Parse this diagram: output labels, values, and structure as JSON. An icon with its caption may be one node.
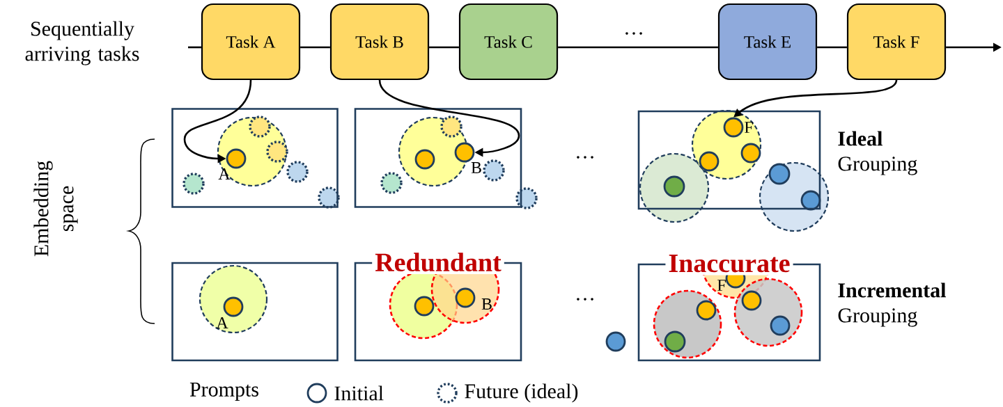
{
  "diagram": {
    "nodes": [
      {
        "text": [
          "Task A"
        ]
      },
      {
        "text": [
          "Task B"
        ]
      },
      {
        "text": [
          "Task C"
        ]
      },
      {
        "text": [
          "Task E"
        ]
      },
      {
        "text": [
          "Task F"
        ]
      },
      {
        "text": [],
        "shape": "box"
      },
      {
        "text": [],
        "shape": "circle",
        "in": 5,
        "beside": [
          "A"
        ]
      },
      {
        "text": [],
        "shape": "box"
      },
      {
        "text": [],
        "shape": "circle",
        "in": 7,
        "beside": [
          "B"
        ]
      },
      {
        "text": [],
        "shape": "box"
      },
      {
        "text": [],
        "shape": "circle",
        "in": 9,
        "beside": [
          "F"
        ]
      },
      {
        "text": [],
        "shape": "box"
      },
      {
        "text": [
          "Redundant"
        ]
      },
      {
        "text": [
          "Inaccurate"
        ]
      }
    ],
    "edges": [
      {
        "from": null,
        "to": 0,
        "arrow": "none"
      },
      {
        "from": 0,
        "to": 1,
        "arrow": "none"
      },
      {
        "from": 1,
        "to": 2,
        "arrow": "none"
      },
      {
        "from": 2,
        "to": 3,
        "arrow": "none"
      },
      {
        "from": 3,
        "to": 4,
        "arrow": "none"
      },
      {
        "from": 4,
        "to": null,
        "arrow": "to"
      },
      {
        "from": 0,
        "to": 6,
        "arrow": "to"
      },
      {
        "from": 1,
        "to": 8,
        "arrow": "to"
      },
      {
        "from": 4,
        "to": 10,
        "arrow": "to"
      }
    ],
    "labels": [
      "Sequentially arriving tasks",
      "…",
      "**Ideal** Grouping",
      "…",
      "Embedding space",
      "A",
      "B",
      "F",
      "…",
      "**Incremental** Grouping",
      "Prompts"
    ],
    "legend": [
      {
        "text": "Initial"
      },
      {
        "text": "Future (ideal)"
      }
    ]
  }
}
